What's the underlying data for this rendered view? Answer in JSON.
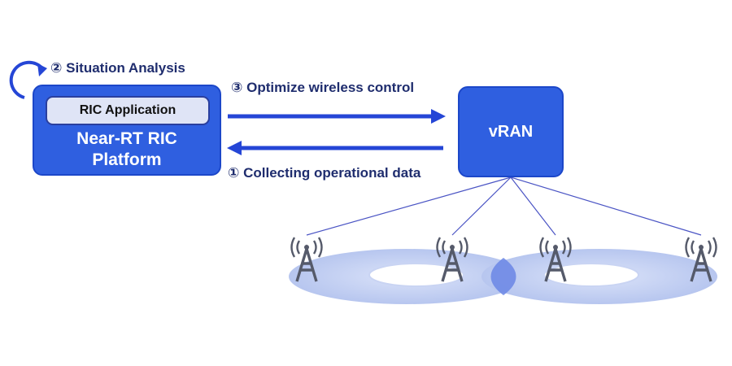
{
  "labels": {
    "step2": "② Situation Analysis",
    "step3": "③ Optimize wireless control",
    "step1": "① Collecting operational data"
  },
  "ric": {
    "application": "RIC Application",
    "platform": "Near-RT RIC\nPlatform"
  },
  "vran": {
    "label": "vRAN"
  },
  "colors": {
    "box_fill": "#2f5fe0",
    "arrow": "#2546d6",
    "text_dark": "#1f2d6e",
    "coverage": "#bccbf0",
    "overlap": "#6f8ae6",
    "tower": "#555a6a",
    "link_line": "#4a54c4"
  },
  "icons": [
    "cycle-arrow-icon",
    "antenna-tower-icon"
  ]
}
